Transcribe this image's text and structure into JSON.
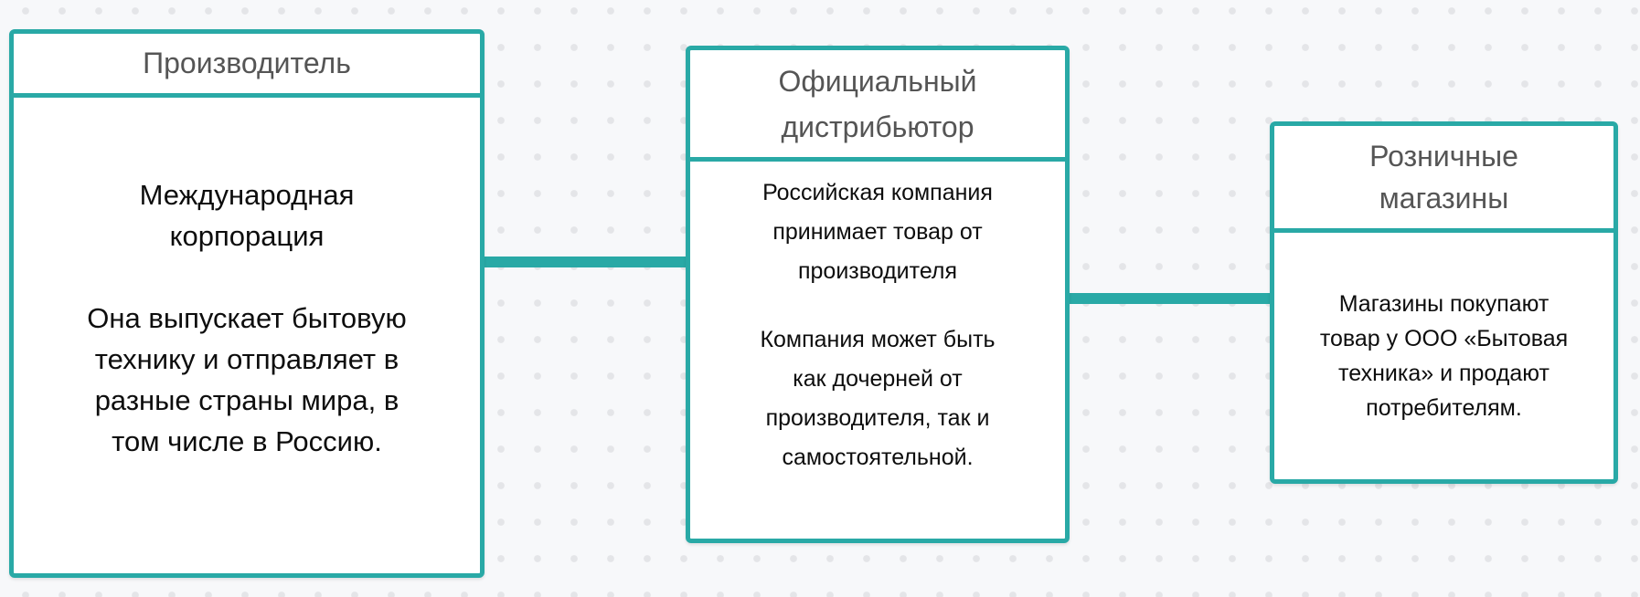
{
  "style": {
    "accent": "#29A9A6",
    "canvas_bg": "#F7F8FA",
    "dot_color": "#E4E5E8",
    "header_text": "#555555",
    "body_text": "#0D0D0D"
  },
  "nodes": [
    {
      "id": "manufacturer",
      "title": "Производитель",
      "paragraphs": [
        "Международная\nкорпорация",
        "Она выпускает бытовую\nтехнику и отправляет в\nразные страны мира, в\nтом числе в Россию."
      ]
    },
    {
      "id": "distributor",
      "title": "Официальный\nдистрибьютор",
      "paragraphs": [
        "Российская компания\nпринимает товар от\nпроизводителя",
        "Компания может быть\nкак дочерней от\nпроизводителя, так и\nсамостоятельной."
      ]
    },
    {
      "id": "retail",
      "title": "Розничные\nмагазины",
      "paragraphs": [
        "Магазины покупают\nтовар у ООО «Бытовая\nтехника» и продают\nпотребителям."
      ]
    }
  ],
  "connectors": [
    {
      "from": "manufacturer",
      "to": "distributor"
    },
    {
      "from": "distributor",
      "to": "retail"
    }
  ]
}
